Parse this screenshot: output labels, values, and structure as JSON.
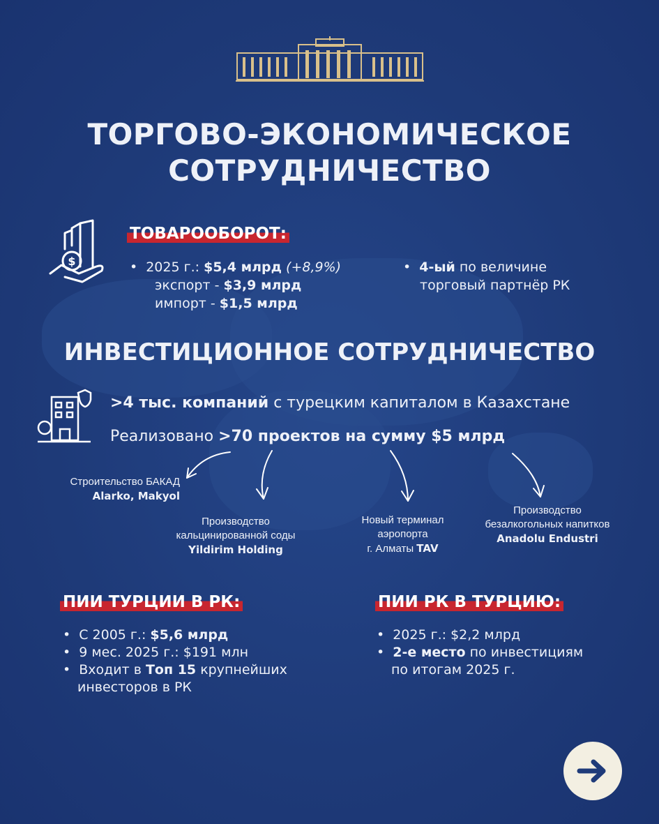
{
  "title": {
    "line1": "ТОРГОВО-ЭКОНОМИЧЕСКОЕ",
    "line2": "СОТРУДНИЧЕСТВО"
  },
  "trade": {
    "label": "ТОВАРООБОРОТ:",
    "year": "2025 г.:",
    "total": "$5,4 млрд",
    "growth": "(+8,9%)",
    "export_label": "экспорт - ",
    "export": "$3,9 млрд",
    "import_label": "импорт - ",
    "import": "$1,5 млрд",
    "rank": "4-ый",
    "rank_text1": " по величине",
    "rank_text2": "торговый партнёр РК"
  },
  "invest": {
    "heading": "ИНВЕСТИЦИОННОЕ СОТРУДНИЧЕСТВО",
    "companies_bold": ">4 тыс. компаний",
    "companies_rest": " с турецким капиталом в Казахстане",
    "projects_pre": "Реализовано ",
    "projects_bold": ">70 проектов на сумму $5 млрд"
  },
  "projects": [
    {
      "line1": "Строительство БАКАД",
      "company": "Alarko, Makyol"
    },
    {
      "line1": "Производство",
      "line2": "кальцинированной соды",
      "company": "Yildirim Holding"
    },
    {
      "line1": "Новый терминал",
      "line2": "аэропорта",
      "line3": "г. Алматы ",
      "company": "TAV"
    },
    {
      "line1": "Производство",
      "line2": "безалкогольных напитков",
      "company": "Anadolu Endustri"
    }
  ],
  "fdi_tr": {
    "label": "ПИИ ТУРЦИИ В РК:",
    "b1_pre": "С 2005 г.: ",
    "b1_bold": "$5,6 млрд",
    "b2": "9 мес. 2025 г.: $191 млн",
    "b3_pre": "Входит в ",
    "b3_bold": "Топ 15",
    "b3_rest": " крупнейших",
    "b3_line2": "инвесторов в РК"
  },
  "fdi_kz": {
    "label": "ПИИ РК В ТУРЦИЮ:",
    "b1": "2025 г.: $2,2 млрд",
    "b2_bold": "2-е место",
    "b2_rest": " по инвестициям",
    "b2_line2": "по итогам 2025 г."
  },
  "colors": {
    "background": "#1f3b7a",
    "accent_red": "#c8262f",
    "gold": "#d9c08a",
    "button": "#f3efe2"
  },
  "icons": [
    "government-building-logo",
    "hand-coin-buildings-icon",
    "office-building-shield-icon",
    "arrow-right-icon"
  ]
}
